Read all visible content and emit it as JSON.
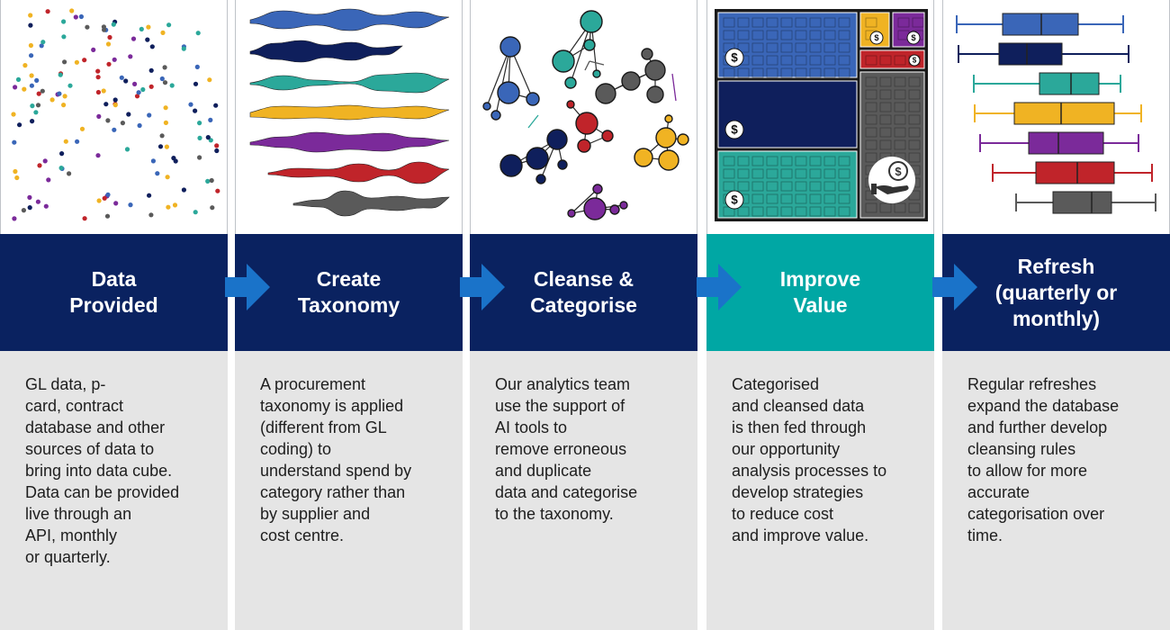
{
  "steps": [
    {
      "title": "Data\nProvided",
      "description": "GL data, p-\ncard, contract\ndatabase and other\nsources of data to\nbring into data cube.\nData can be provided\nlive through an\nAPI, monthly\nor quarterly."
    },
    {
      "title": "Create\nTaxonomy",
      "description": "A procurement\ntaxonomy is applied\n(different from GL\ncoding) to\nunderstand spend by\ncategory rather than\nby supplier and\ncost centre."
    },
    {
      "title": "Cleanse &\nCategorise",
      "description": "Our analytics team\nuse the support of\nAI tools to\nremove erroneous\nand duplicate\ndata and categorise\nto the taxonomy."
    },
    {
      "title": "Improve\nValue",
      "description": "Categorised\nand cleansed data\nis then fed through\nour opportunity\nanalysis processes to\ndevelop strategies\nto reduce cost\nand improve value."
    },
    {
      "title": "Refresh\n(quarterly or\nmonthly)",
      "description": "Regular refreshes\nexpand the database\nand further develop\ncleansing rules\nto allow for more\naccurate\ncategorisation over\ntime."
    }
  ],
  "treemap_symbols": {
    "dollar": "$"
  },
  "colors": {
    "navy": "#0a2260",
    "teal": "#00a7a4",
    "arrow": "#1a73c9",
    "panel": "#e5e5e5",
    "palette": [
      "#3a66b8",
      "#0f1f5c",
      "#2ba89a",
      "#f0b323",
      "#7b2a9a",
      "#c0242a",
      "#5a5a5a"
    ]
  }
}
